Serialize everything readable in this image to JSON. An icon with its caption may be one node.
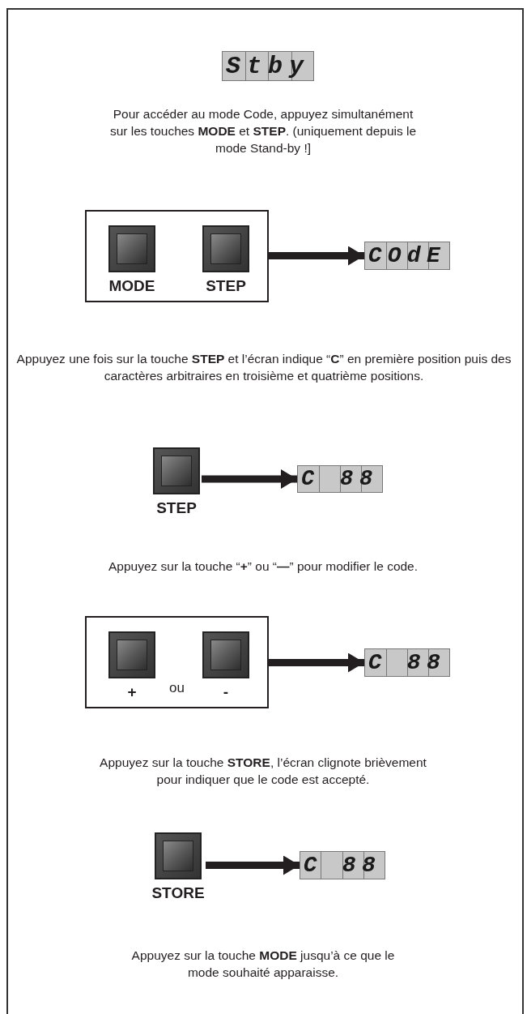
{
  "diagram": {
    "nodes": [
      {
        "text": [
          "Stby"
        ]
      },
      {
        "text": [],
        "shape": "box"
      },
      {
        "text": [
          "MODE"
        ],
        "in": 1
      },
      {
        "text": [
          "STEP"
        ],
        "in": 1
      },
      {
        "text": [
          "COdE"
        ]
      },
      {
        "text": [
          "STEP"
        ]
      },
      {
        "text": [
          "C 88"
        ]
      },
      {
        "text": [
          "ou"
        ]
      },
      {
        "text": [
          "+"
        ],
        "in": 7
      },
      {
        "text": [
          "-"
        ],
        "in": 7
      },
      {
        "text": [
          "C 88"
        ]
      },
      {
        "text": [
          "STORE"
        ]
      },
      {
        "text": [
          "C 88"
        ]
      }
    ],
    "edges": [
      {
        "from": 1,
        "to": 4,
        "arrow": "to"
      },
      {
        "from": 5,
        "to": 6,
        "arrow": "to"
      },
      {
        "from": 7,
        "to": 10,
        "arrow": "to"
      },
      {
        "from": 11,
        "to": 12,
        "arrow": "to"
      }
    ],
    "labels": [
      "Pour accéder au mode Code, appuyez simultanément sur les touches **MODE** et **STEP**. (uniquement depuis le mode Stand-by !]",
      "Appuyez une fois sur la touche **STEP** et l’écran indique “**C**” en première position puis des caractères arbitraires en troisième et quatrième positions.",
      "Appuyez sur la touche “**+**” ou “**—**” pour modifier le code.",
      "Appuyez sur la touche **STORE**, l’écran clignote brièvement pour indiquer que le code est accepté.",
      "Appuyez sur la touche **MODE** jusqu’à ce que le mode souhaité apparaisse."
    ]
  }
}
